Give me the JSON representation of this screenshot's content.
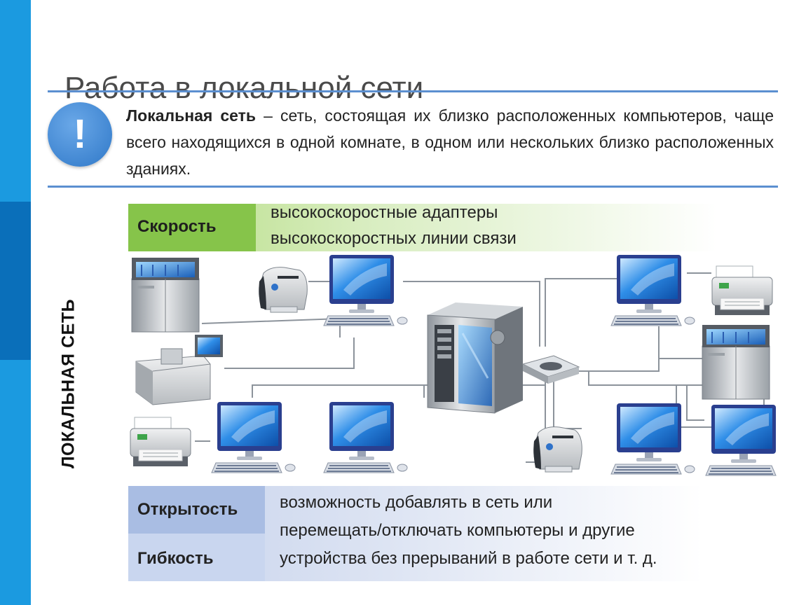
{
  "slide": {
    "title": "Работа в локальной сети",
    "definition_term": "Локальная сеть",
    "definition_text": " – сеть, состоящая их близко расположенных компьютеров, чаще всего находящихся в одной комнате, в одном или нескольких близко расположенных зданиях.",
    "exclamation": "!",
    "vertical_label": "ЛОКАЛЬНАЯ СЕТЬ"
  },
  "speed": {
    "label": "Скорость",
    "lines": [
      "высокоскоростные адаптеры",
      "высокоскоростных линии связи"
    ]
  },
  "openness": {
    "label_open": "Открытость",
    "label_flex": "Гибкость",
    "lines": [
      "возможность добавлять в сеть или",
      "перемещать/отключать компьютеры и другие",
      "устройства без прерываний в работе сети и т. д."
    ]
  },
  "colors": {
    "accent_blue": "#1b9ae0",
    "accent_dark_blue": "#0a6fba",
    "rule_blue": "#5b8fd0",
    "speed_green": "#86c44a",
    "open_lavender": "#a9bde3"
  },
  "icons": [
    "exclamation-icon",
    "server-tower-icon",
    "network-switch-icon",
    "monitor-icon",
    "keyboard-icon",
    "laser-printer-icon",
    "inkjet-printer-icon",
    "mainframe-icon",
    "workstation-icon"
  ]
}
